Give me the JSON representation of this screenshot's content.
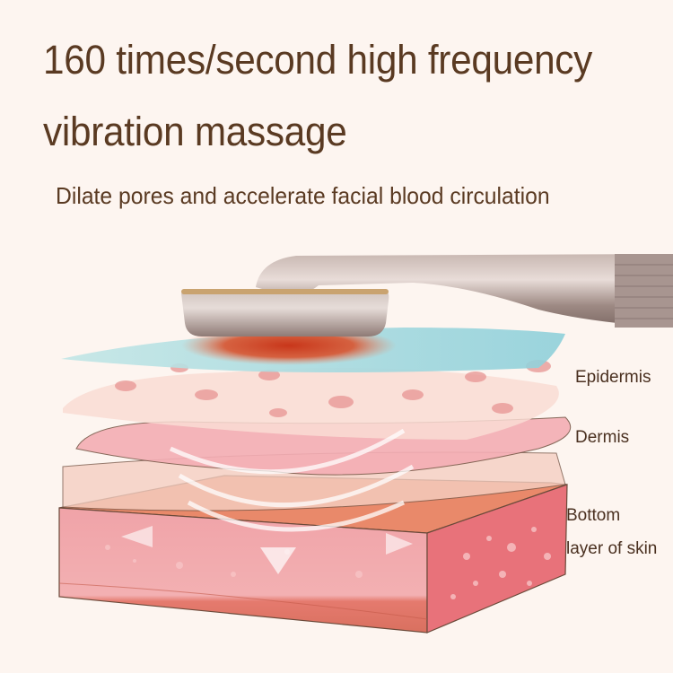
{
  "headline": {
    "line1": "160 times/second high frequency",
    "line2": "vibration massage"
  },
  "subtitle": "Dilate pores and accelerate facial blood circulation",
  "layers": {
    "epidermis": "Epidermis",
    "dermis": "Dermis",
    "bottom_line1": "Bottom",
    "bottom_line2": "layer of skin"
  },
  "colors": {
    "background": "#fdf5f0",
    "text": "#5a3a22",
    "heat": "#c8361a",
    "water_layer": "#a8dde2",
    "device": "#a8948e"
  }
}
